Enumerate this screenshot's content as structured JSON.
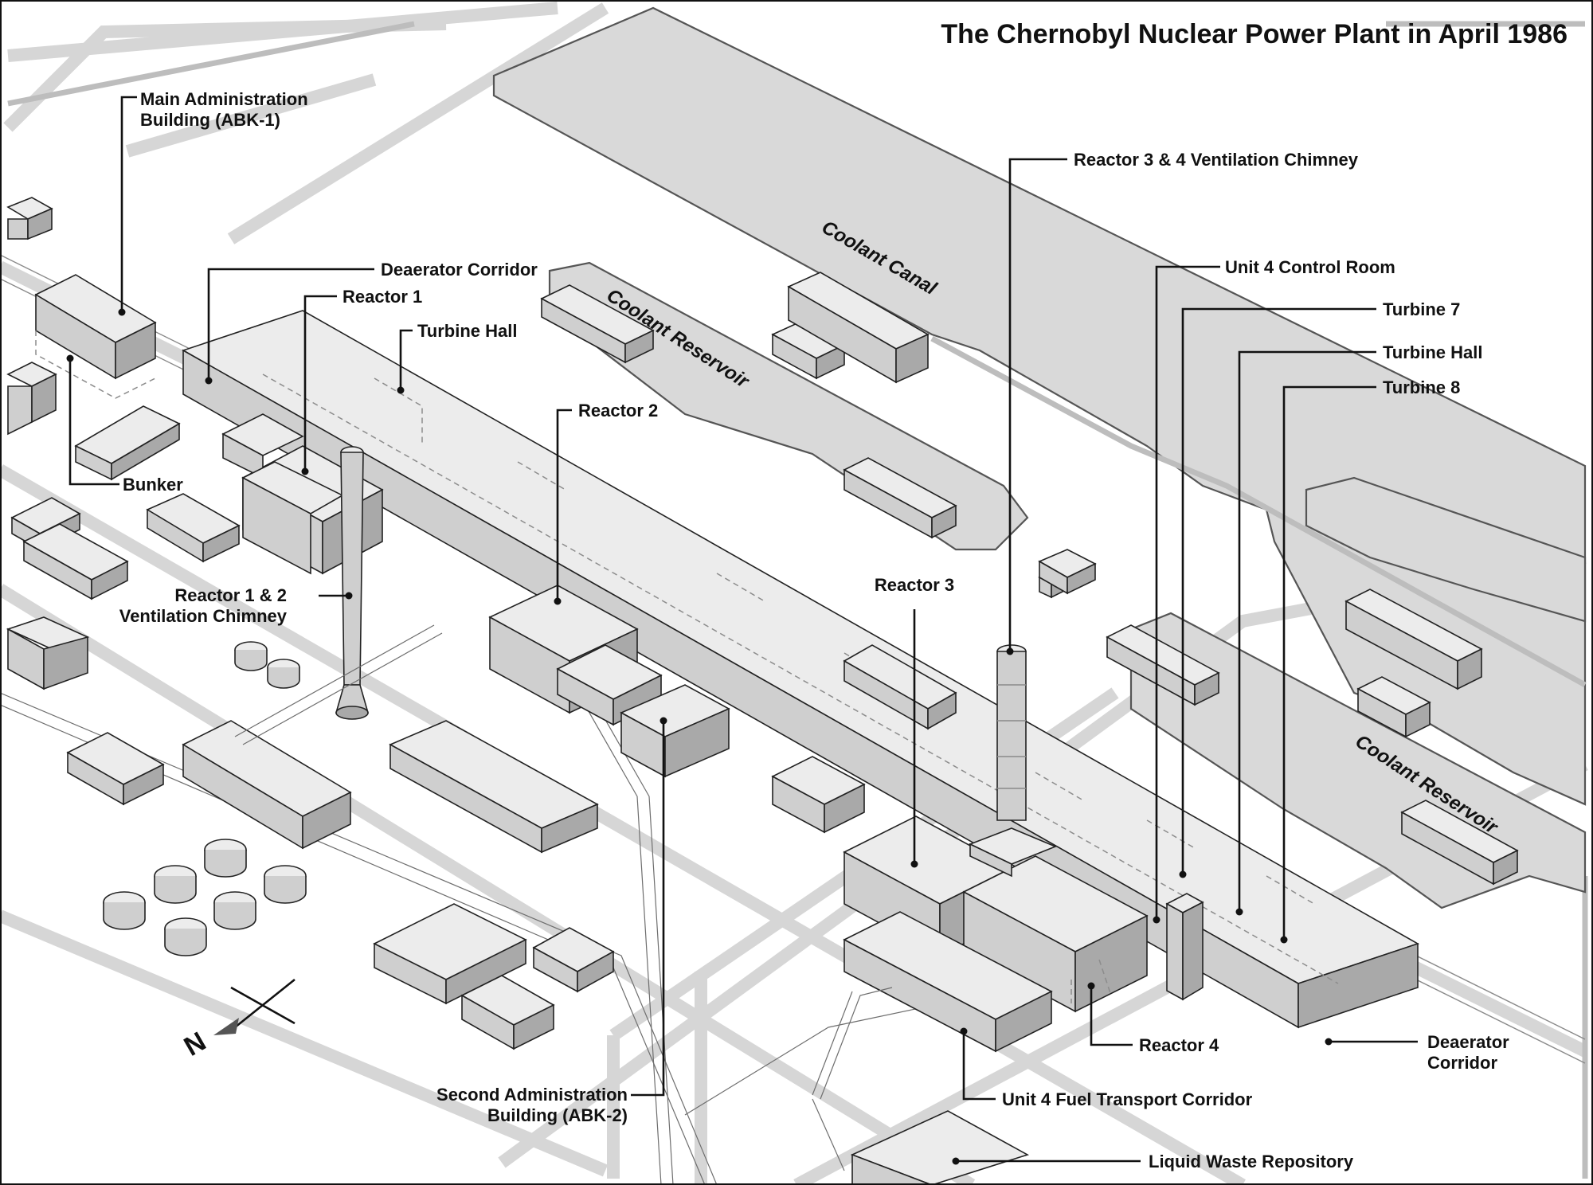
{
  "title": "The Chernobyl Nuclear Power Plant in April 1986",
  "labels": {
    "main_admin": "Main Administration Building (ABK-1)",
    "deaerator_corridor_1": "Deaerator Corridor",
    "reactor_1": "Reactor 1",
    "turbine_hall_1": "Turbine Hall",
    "reactor_2": "Reactor 2",
    "bunker": "Bunker",
    "chimney_12": "Reactor 1 & 2 Ventilation Chimney",
    "reactor_3": "Reactor 3",
    "chimney_34": "Reactor 3 & 4 Ventilation Chimney",
    "unit4_control_room": "Unit 4 Control Room",
    "turbine_7": "Turbine 7",
    "turbine_hall_2": "Turbine Hall",
    "turbine_8": "Turbine 8",
    "reactor_4": "Reactor 4",
    "deaerator_corridor_2": "Deaerator Corridor",
    "unit4_fuel_corridor": "Unit 4 Fuel Transport Corridor",
    "second_admin": "Second Administration Building (ABK-2)",
    "liquid_waste": "Liquid Waste Repository"
  },
  "water_labels": {
    "coolant_canal": "Coolant Canal",
    "coolant_reservoir_1": "Coolant Reservoir",
    "coolant_reservoir_2": "Coolant Reservoir"
  },
  "compass": {
    "letter": "N"
  },
  "colors": {
    "ink": "#111111",
    "roof": "#ececec",
    "wall_light": "#cfcfcf",
    "wall_dark": "#a9a9a9",
    "water": "#d9d9d9",
    "road": "#d6d6d6"
  }
}
